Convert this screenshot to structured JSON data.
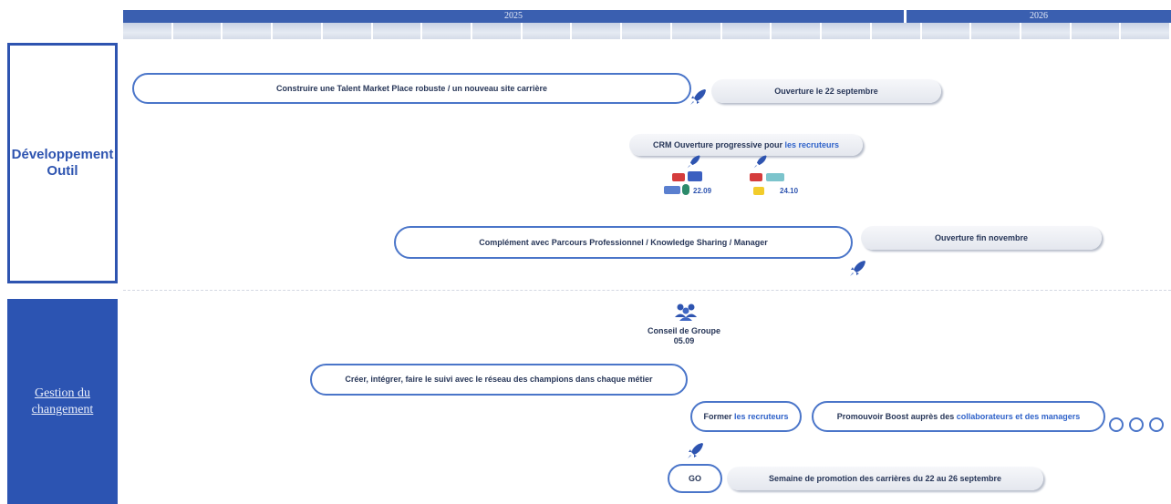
{
  "timeline": {
    "year_2025": "2025",
    "year_2026": "2026",
    "months_2025": [
      "",
      "",
      "",
      "",
      "",
      "",
      "",
      "",
      "",
      "",
      "",
      "",
      "",
      "",
      "",
      ""
    ],
    "months_2026": [
      "",
      "",
      "",
      "",
      ""
    ]
  },
  "sections": {
    "dev_line1": "Développement",
    "dev_line2": "Outil",
    "chg_line1": "Gestion du",
    "chg_line2": "changement"
  },
  "dev": {
    "talent_pill": "Construire une Talent Market Place robuste / un nouveau site carrière",
    "opening_sept": "Ouverture le 22 septembre",
    "crm_pill_a": "CRM Ouverture progressive pour ",
    "crm_pill_b": "les recruteurs",
    "date_1": "22.09",
    "date_2": "24.10",
    "complement_pill": "Complément avec Parcours Professionnel / Knowledge Sharing / Manager",
    "opening_nov": "Ouverture fin novembre"
  },
  "change": {
    "council_line1": "Conseil de Groupe",
    "council_line2": "05.09",
    "champions_pill": "Créer, intégrer, faire le suivi avec le réseau des champions dans chaque métier",
    "train_a": "Former ",
    "train_b": "les recruteurs",
    "promote_a": "Promouvoir Boost auprès des ",
    "promote_b": "collaborateurs et des managers",
    "go_label": "GO",
    "week_pill": "Semaine de promotion des carrières du 22 au 26 septembre"
  },
  "colors": {
    "accent": "#2e54b0",
    "pill_border": "#4a75c9",
    "header_bar": "#3a5fb0"
  },
  "icons": [
    "rocket-icon",
    "group-people-icon"
  ]
}
